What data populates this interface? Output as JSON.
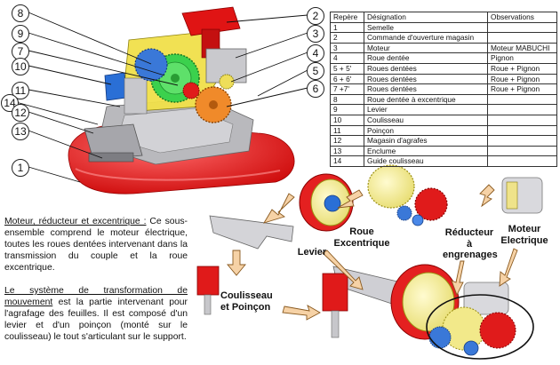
{
  "callouts": [
    "1",
    "2",
    "3",
    "4",
    "5",
    "6",
    "7",
    "8",
    "9",
    "10",
    "11",
    "12",
    "13",
    "14"
  ],
  "table": {
    "headers": [
      "Repère",
      "Désignation",
      "Observations"
    ],
    "rows": [
      [
        "1",
        "Semelle",
        ""
      ],
      [
        "2",
        "Commande d'ouverture magasin",
        ""
      ],
      [
        "3",
        "Moteur",
        "Moteur MABUCHI"
      ],
      [
        "4",
        "Roue dentée",
        "Pignon"
      ],
      [
        "5 + 5'",
        "Roues dentées",
        "Roue + Pignon"
      ],
      [
        "6 + 6'",
        "Roues dentées",
        "Roue + Pignon"
      ],
      [
        "7 +7'",
        "Roues dentées",
        "Roue + Pignon"
      ],
      [
        "8",
        "Roue dentée à excentrique",
        ""
      ],
      [
        "9",
        "Levier",
        ""
      ],
      [
        "10",
        "Coulisseau",
        ""
      ],
      [
        "11",
        "Poinçon",
        ""
      ],
      [
        "12",
        "Magasin d'agrafes",
        ""
      ],
      [
        "13",
        "Enclume",
        ""
      ],
      [
        "14",
        "Guide coulisseau",
        ""
      ]
    ]
  },
  "para1": {
    "title": "Moteur, réducteur et excentrique :",
    "body": " Ce sous-ensemble comprend le moteur électrique, toutes les roues dentées intervenant dans la transmission du couple et la roue excentrique."
  },
  "para2": {
    "title": "Le système de transformation de mouvement",
    "body": " est la partie intervenant pour l'agrafage des feuilles. Il est composé d'un levier et d'un poinçon (monté sur le coulisseau) le tout s'articulant sur le support."
  },
  "labels": {
    "roue_excentrique": "Roue\nExcentrique",
    "reducteur": "Réducteur\nà\nengrenages",
    "moteur": "Moteur\nElectrique",
    "levier": "Levier",
    "coulisseau": "Coulisseau\net Poinçon"
  }
}
